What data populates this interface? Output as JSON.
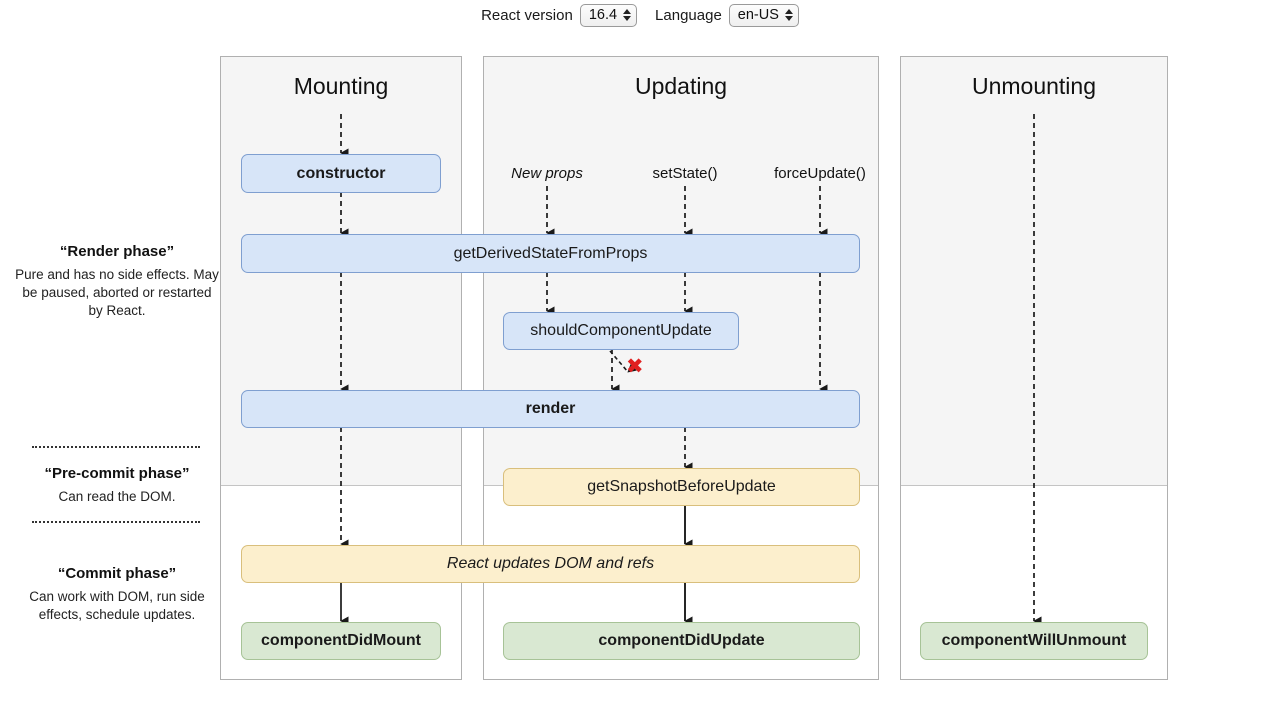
{
  "controls": {
    "react_version_label": "React version",
    "react_version_value": "16.4",
    "language_label": "Language",
    "language_value": "en-US"
  },
  "phases": [
    {
      "title": "“Render phase”",
      "desc": "Pure and has no side effects. May be paused, aborted or restarted by React."
    },
    {
      "title": "“Pre-commit phase”",
      "desc": "Can read the DOM."
    },
    {
      "title": "“Commit phase”",
      "desc": "Can work with DOM, run side effects, schedule updates."
    }
  ],
  "columns": [
    {
      "title": "Mounting"
    },
    {
      "title": "Updating"
    },
    {
      "title": "Unmounting"
    }
  ],
  "triggers": [
    {
      "label": "New props"
    },
    {
      "label": "setState()"
    },
    {
      "label": "forceUpdate()"
    }
  ],
  "nodes": {
    "constructor": "constructor",
    "get_derived_state_from_props": "getDerivedStateFromProps",
    "should_component_update": "shouldComponentUpdate",
    "render": "render",
    "get_snapshot_before_update": "getSnapshotBeforeUpdate",
    "react_updates_dom": "React updates DOM and refs",
    "component_did_mount": "componentDidMount",
    "component_did_update": "componentDidUpdate",
    "component_will_unmount": "componentWillUnmount"
  },
  "markers": {
    "skip_x": "✖"
  },
  "colors": {
    "blue_fill": "#d7e5f8",
    "blue_border": "#7f9fd0",
    "yellow_fill": "#fcefcd",
    "yellow_border": "#d9bf7c",
    "green_fill": "#d9e8d2",
    "green_border": "#a7c397",
    "panel_grey": "#f5f5f5",
    "x_red": "#e02020"
  }
}
